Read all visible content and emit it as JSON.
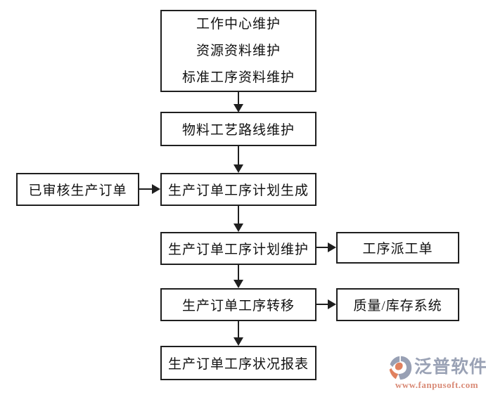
{
  "flowchart": {
    "top_box_lines": [
      "工作中心维护",
      "资源资料维护",
      "标准工序资料维护"
    ],
    "nodes": {
      "routing": "物料工艺路线维护",
      "approved_order": "已审核生产订单",
      "plan_generate": "生产订单工序计划生成",
      "plan_maintain": "生产订单工序计划维护",
      "dispatch_order": "工序派工单",
      "transfer": "生产订单工序转移",
      "quality_inventory": "质量/库存系统",
      "status_report": "生产订单工序状况报表"
    }
  },
  "watermark": {
    "brand": "泛普软件",
    "url": "www.fanpusoft.com",
    "colors": {
      "brand_text": "#9aa2b5",
      "url_text": "#d98a76",
      "icon_slate": "#98a0b4",
      "icon_orange": "#e0815f"
    }
  }
}
